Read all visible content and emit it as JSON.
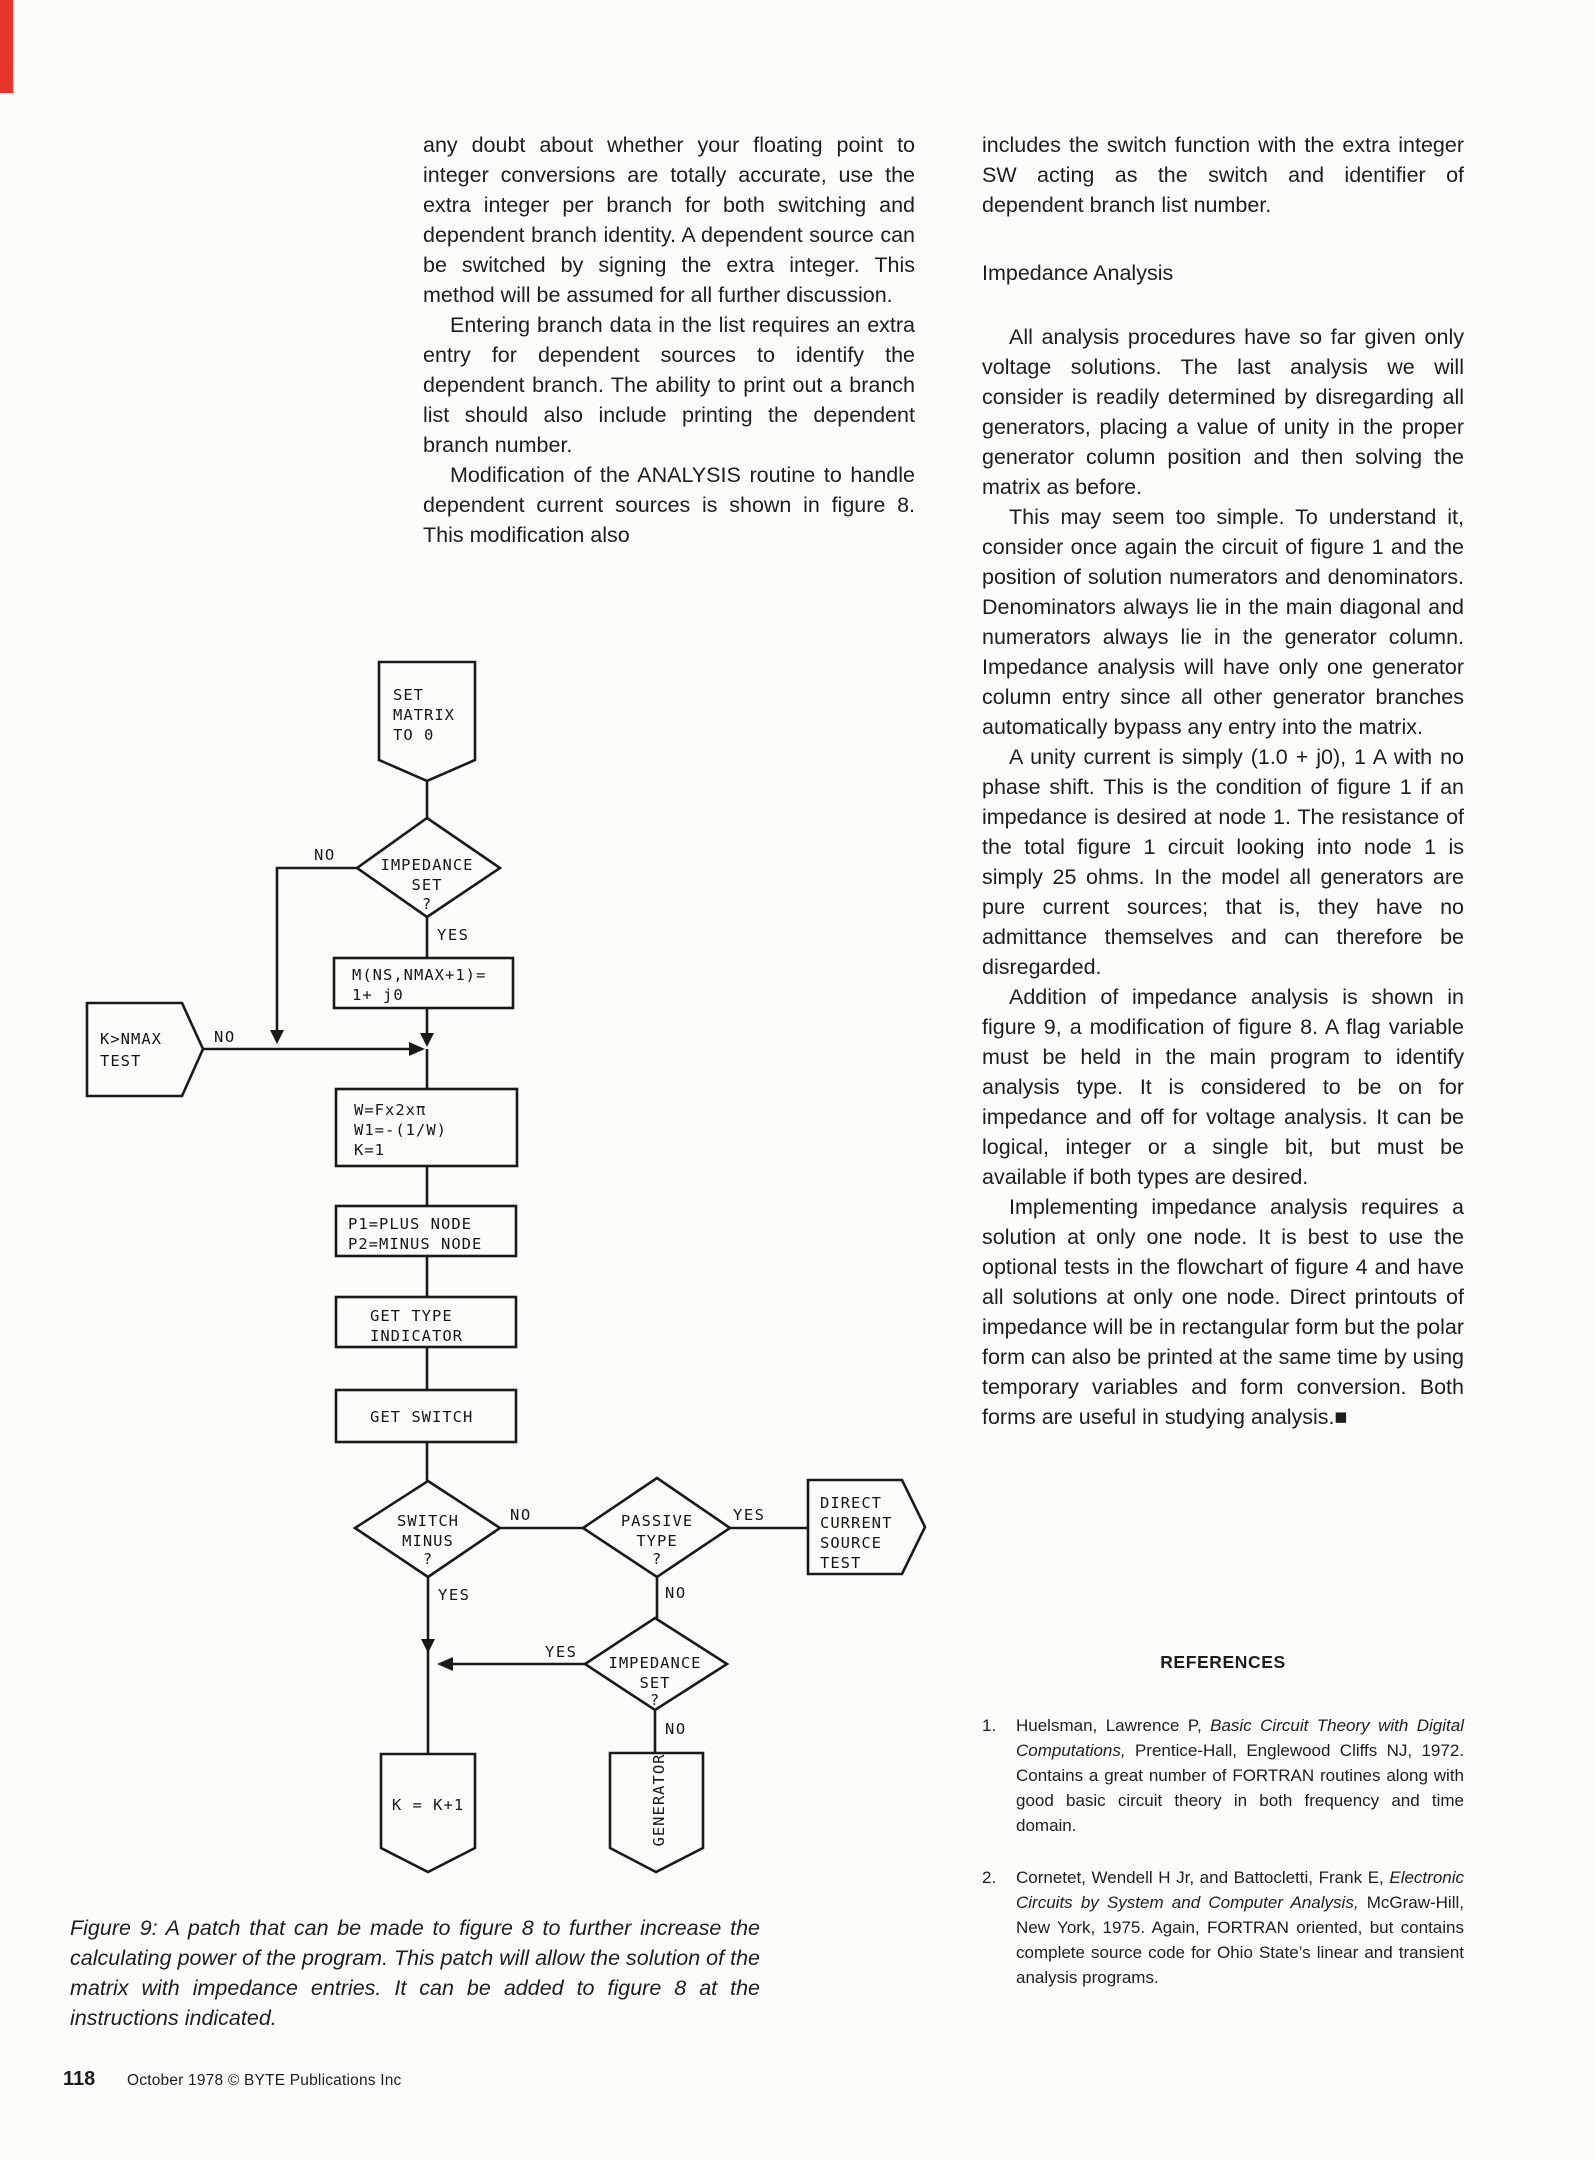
{
  "colors": {
    "accent_red": "#e6362c",
    "ink": "#1d1d1d",
    "paper": "#fcfcf9"
  },
  "article": {
    "left_column": {
      "paragraphs": [
        "any doubt about whether your floating point to integer conversions are totally accurate, use the extra integer per branch for both switching and dependent branch identity. A dependent source can be switched by signing the extra integer. This method will be assumed for all further discussion.",
        "Entering branch data in the list requires an extra entry for dependent sources to identify the dependent branch. The ability to print out a branch list should also include printing the dependent branch number.",
        "Modification of the ANALYSIS routine to handle dependent current sources is shown in figure 8. This modification also"
      ]
    },
    "right_column": {
      "intro": "includes the switch function with the extra integer SW acting as the switch and identifier of dependent branch list number.",
      "section_heading": "Impedance Analysis",
      "paragraphs": [
        "All analysis procedures have so far given only voltage solutions. The last analysis we will consider is readily determined by disregarding all generators, placing a value of unity in the proper generator column position and then solving the matrix as before.",
        "This may seem too simple. To understand it, consider once again the circuit of figure 1 and the position of solution numerators and denominators. Denominators always lie in the main diagonal and numerators always lie in the generator column. Impedance analysis will have only one generator column entry since all other generator branches automatically bypass any entry into the matrix.",
        "A unity current is simply (1.0 + j0), 1 A with no phase shift. This is the condition of figure 1 if an impedance is desired at node 1. The resistance of the total figure 1 circuit looking into node 1 is simply 25 ohms. In the model all generators are pure current sources; that is, they have no admittance themselves and can therefore be disregarded.",
        "Addition of impedance analysis is shown in figure 9, a modification of figure 8. A flag variable must be held in the main program to identify analysis type. It is considered to be on for impedance and off for voltage analysis. It can be logical, integer or a single bit, but must be available if both types are desired.",
        "Implementing impedance analysis requires a solution at only one node. It is best to use the optional tests in the flowchart of figure 4 and have all solutions at only one node. Direct printouts of impedance will be in rectangular form but the polar form can also be printed at the same time by using temporary variables and form conversion. Both forms are useful in studying analysis.■"
      ]
    }
  },
  "references": {
    "heading": "REFERENCES",
    "items": [
      {
        "number": "1.",
        "before": "Huelsman, Lawrence P, ",
        "italic": "Basic Circuit Theory with Digital Computations,",
        "after": " Prentice-Hall, Englewood Cliffs NJ, 1972. Contains a great number of FORTRAN routines along with good basic circuit theory in both frequency and time domain."
      },
      {
        "number": "2.",
        "before": "Cornetet, Wendell H Jr, and Battocletti, Frank E, ",
        "italic": "Electronic Circuits by System and Computer Analysis,",
        "after": " McGraw-Hill, New York, 1975. Again, FORTRAN oriented, but contains complete source code for Ohio State’s linear and transient analysis programs."
      }
    ]
  },
  "figure": {
    "caption": "Figure 9: A patch that can be made to figure 8 to further increase the calculating power of the program. This patch will allow the solution of the matrix with impedance entries. It can be added to figure 8 at the instructions indicated.",
    "flowchart": {
      "nodes": {
        "set_matrix": [
          "SET",
          "MATRIX",
          "TO 0"
        ],
        "impedance_set_1": [
          "IMPEDANCE",
          "SET",
          "?"
        ],
        "matrix_entry": [
          "M(NS,NMAX+1)=",
          "1+ j0"
        ],
        "k_nmax_test": [
          "K>NMAX",
          "TEST"
        ],
        "omega_box": [
          "W=Fx2xπ",
          "W1=-(1/W)",
          "K=1"
        ],
        "node_assign": [
          "P1=PLUS NODE",
          "P2=MINUS NODE"
        ],
        "get_type": [
          "GET TYPE",
          "INDICATOR"
        ],
        "get_switch": [
          "GET SWITCH"
        ],
        "switch_minus": [
          "SWITCH",
          "MINUS",
          "?"
        ],
        "passive_type": [
          "PASSIVE",
          "TYPE",
          "?"
        ],
        "direct_current": [
          "DIRECT",
          "CURRENT",
          "SOURCE",
          "TEST"
        ],
        "impedance_set_2": [
          "IMPEDANCE",
          "SET",
          "?"
        ],
        "k_increment": [
          "K = K+1"
        ],
        "generator": [
          "GENERATOR"
        ]
      },
      "labels": {
        "yes": "YES",
        "no": "NO"
      }
    }
  },
  "footer": {
    "page_number": "118",
    "credit": "October 1978 © BYTE Publications Inc"
  }
}
